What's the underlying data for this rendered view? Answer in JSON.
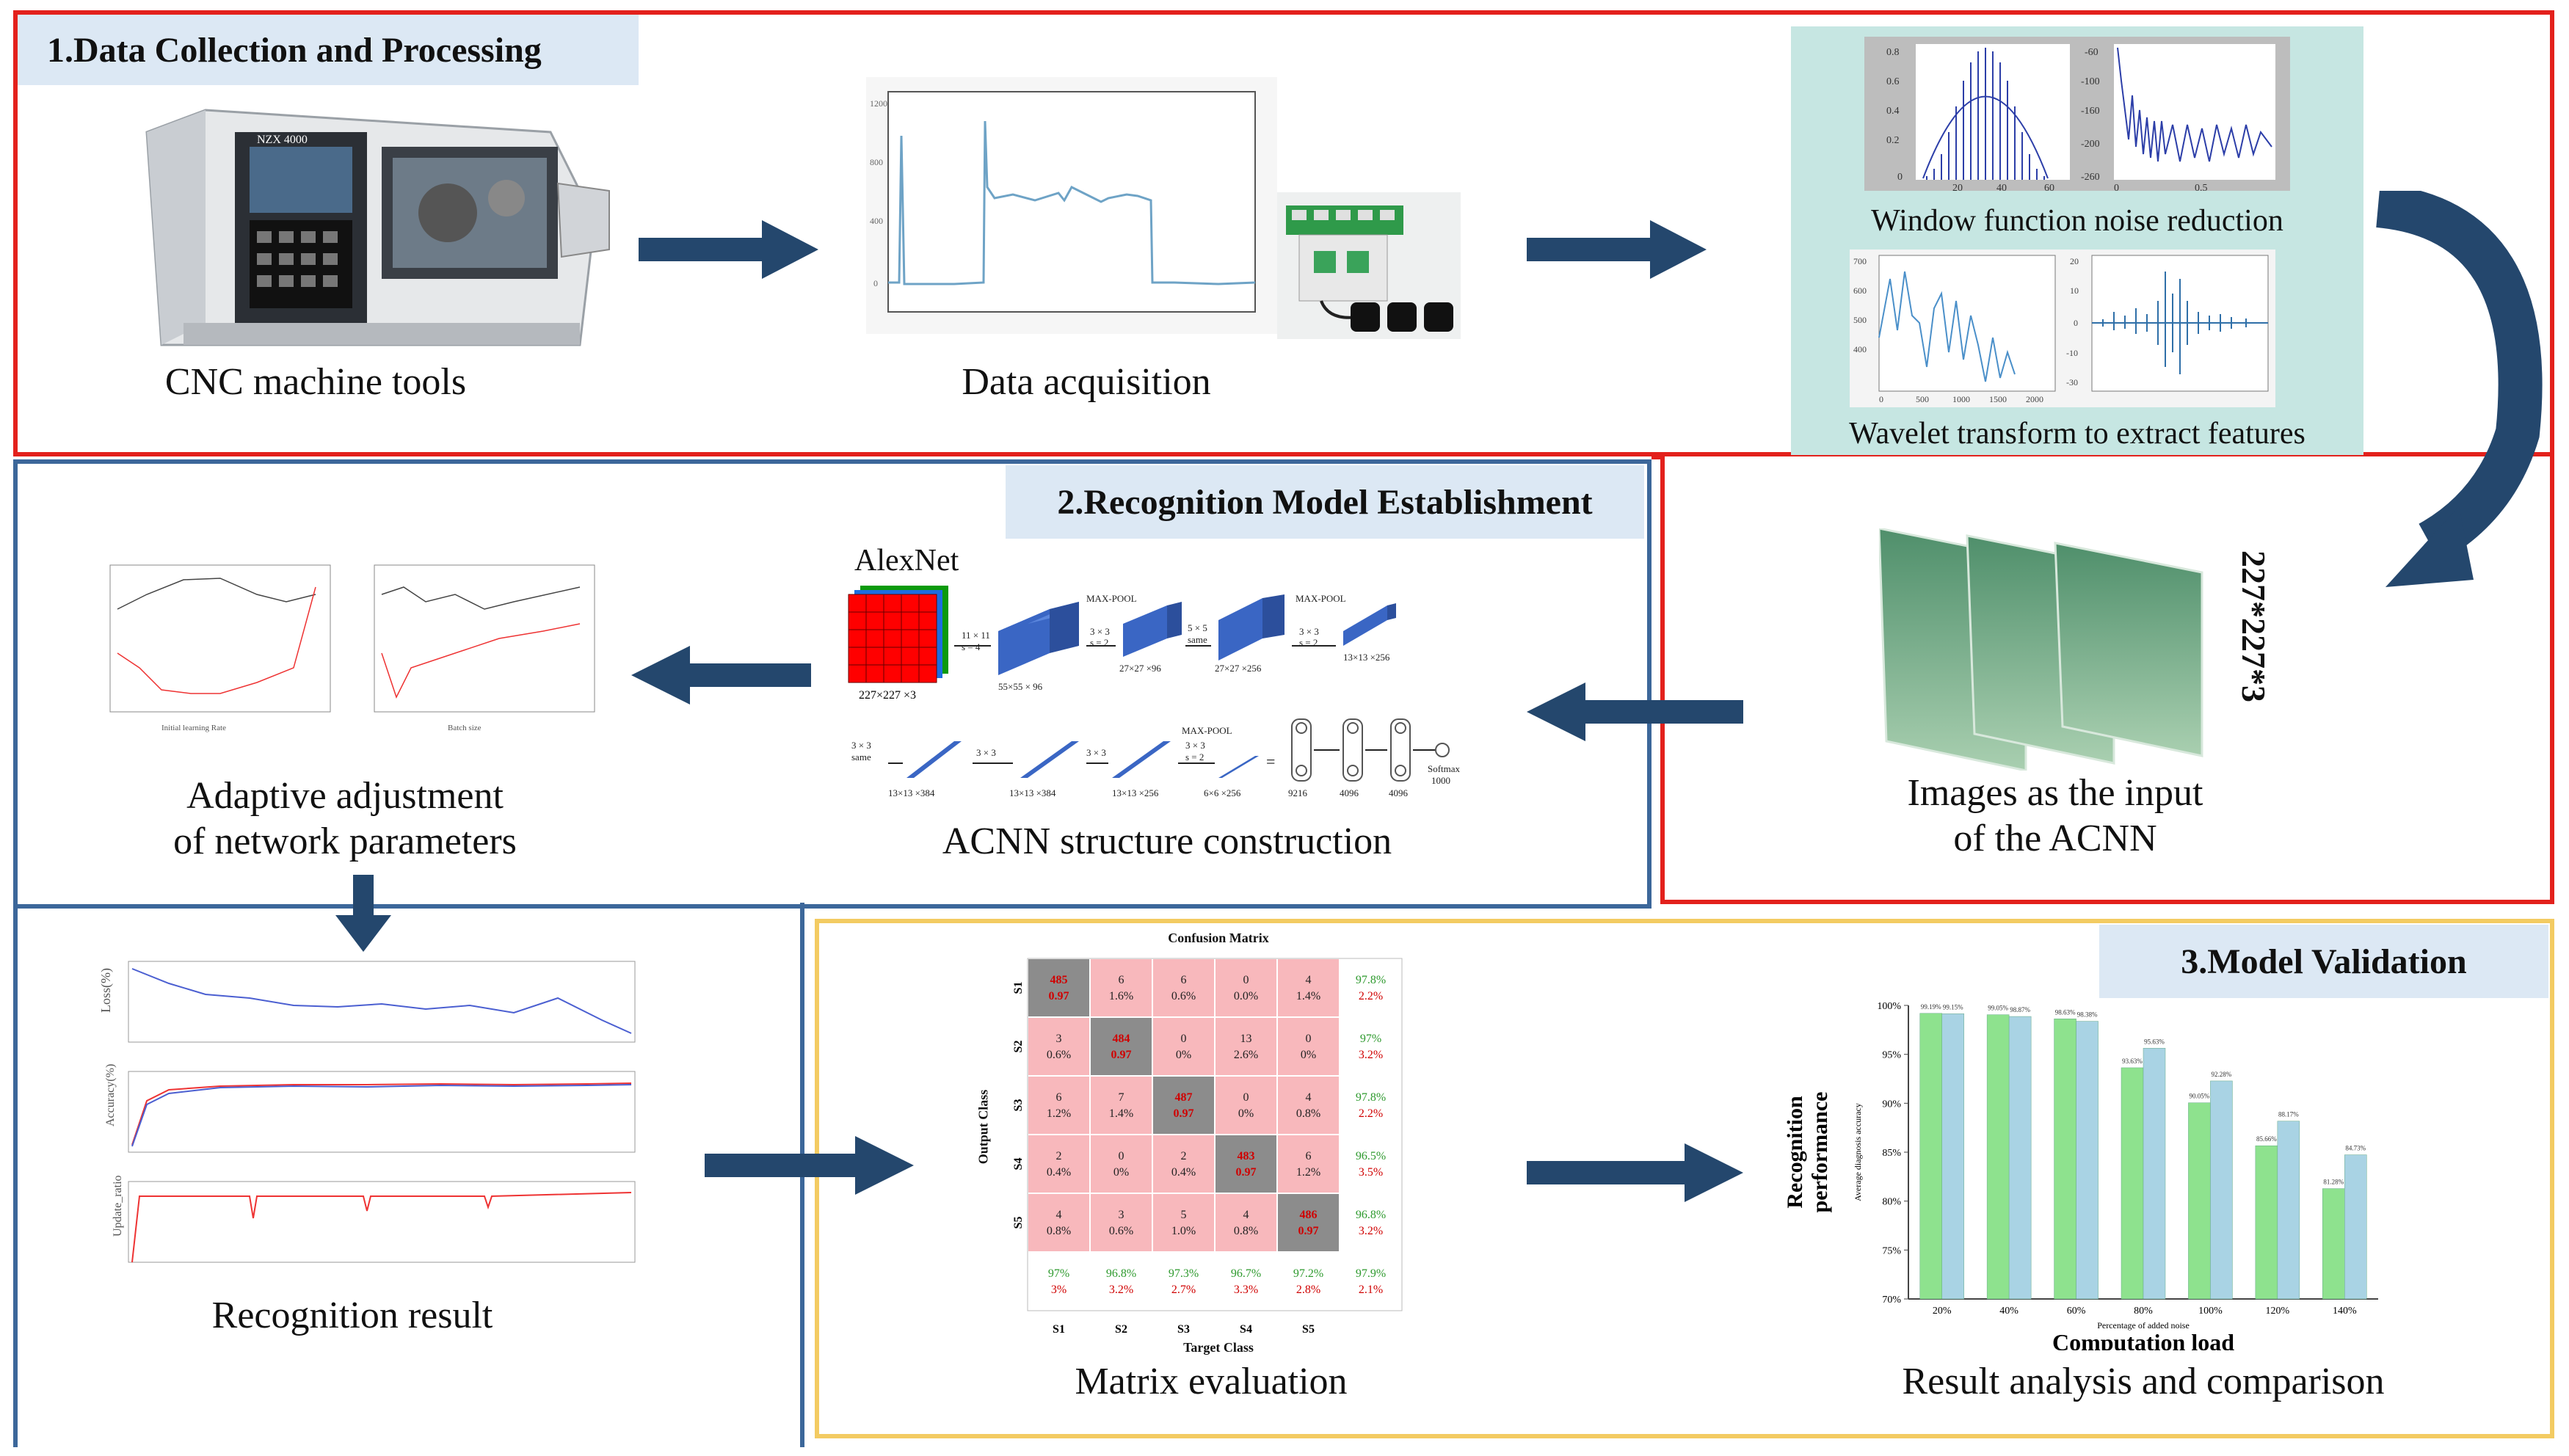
{
  "sections": {
    "s1": {
      "title": "1.Data Collection and Processing"
    },
    "s2": {
      "title": "2.Recognition Model Establishment"
    },
    "s3": {
      "title": "3.Model Validation"
    }
  },
  "captions": {
    "cnc": "CNC machine tools",
    "acq": "Data acquisition",
    "window": "Window function noise reduction",
    "wavelet": "Wavelet transform to extract features",
    "images_1": "Images as the input",
    "images_2": "of the ACNN",
    "dims": "227*227*3",
    "acnn": "ACNN structure construction",
    "adapt_1": "Adaptive adjustment",
    "adapt_2": "of network parameters",
    "result": "Recognition result",
    "matrix": "Matrix evaluation",
    "analysis": "Result analysis and comparison"
  },
  "machine": {
    "model_label": "NZX 4000"
  },
  "alexnet": {
    "title": "AlexNet",
    "input": "227×227 ×3",
    "row1": [
      "55×55 × 96",
      "27×27 ×96",
      "27×27 ×256",
      "13×13 ×256"
    ],
    "row1_ops": [
      "11 × 11\ns = 4",
      "MAX-POOL\n3 × 3\ns = 2",
      "5 × 5\nsame",
      "MAX-POOL\n3 × 3\ns = 2"
    ],
    "row2": [
      "13×13 ×384",
      "13×13 ×384",
      "13×13 ×256",
      "6×6 ×256"
    ],
    "row2_ops": [
      "3 × 3\nsame",
      "3 × 3",
      "3 × 3",
      "MAX-POOL\n3 × 3\ns = 2"
    ],
    "fc": [
      "9216",
      "4096",
      "4096"
    ],
    "softmax": "Softmax\n1000"
  },
  "confusion": {
    "title": "Confusion Matrix",
    "ylabel": "Output Class",
    "xlabel": "Target Class",
    "classes": [
      "S1",
      "S2",
      "S3",
      "S4",
      "S5"
    ],
    "cells": [
      [
        [
          "485",
          "0.97"
        ],
        [
          "6",
          "1.6%"
        ],
        [
          "6",
          "0.6%"
        ],
        [
          "0",
          "0.0%"
        ],
        [
          "4",
          "1.4%"
        ],
        [
          "97.8%",
          "2.2%"
        ]
      ],
      [
        [
          "3",
          "0.6%"
        ],
        [
          "484",
          "0.97"
        ],
        [
          "0",
          "0%"
        ],
        [
          "13",
          "2.6%"
        ],
        [
          "0",
          "0%"
        ],
        [
          "97%",
          "3.2%"
        ]
      ],
      [
        [
          "6",
          "1.2%"
        ],
        [
          "7",
          "1.4%"
        ],
        [
          "487",
          "0.97"
        ],
        [
          "0",
          "0%"
        ],
        [
          "4",
          "0.8%"
        ],
        [
          "97.8%",
          "2.2%"
        ]
      ],
      [
        [
          "2",
          "0.4%"
        ],
        [
          "0",
          "0%"
        ],
        [
          "2",
          "0.4%"
        ],
        [
          "483",
          "0.97"
        ],
        [
          "6",
          "1.2%"
        ],
        [
          "96.5%",
          "3.5%"
        ]
      ],
      [
        [
          "4",
          "0.8%"
        ],
        [
          "3",
          "0.6%"
        ],
        [
          "5",
          "1.0%"
        ],
        [
          "4",
          "0.8%"
        ],
        [
          "486",
          "0.97"
        ],
        [
          "96.8%",
          "3.2%"
        ]
      ],
      [
        [
          "97%",
          "3%"
        ],
        [
          "96.8%",
          "3.2%"
        ],
        [
          "97.3%",
          "2.7%"
        ],
        [
          "96.7%",
          "3.3%"
        ],
        [
          "97.2%",
          "2.8%"
        ],
        [
          "97.9%",
          "2.1%"
        ]
      ]
    ]
  },
  "chart_data": [
    {
      "type": "bar",
      "title": "",
      "xlabel": "Percentage of added noise",
      "ylabel": "Average diagnosis accuracy",
      "categories": [
        "20%",
        "40%",
        "60%",
        "80%",
        "100%",
        "120%",
        "140%"
      ],
      "series": [
        {
          "name": "",
          "values": [
            99.19,
            99.05,
            98.63,
            93.63,
            90.05,
            85.66,
            81.28
          ]
        },
        {
          "name": "",
          "values": [
            99.15,
            98.87,
            98.38,
            95.63,
            92.28,
            88.17,
            84.73
          ]
        }
      ],
      "value_labels": [
        [
          "99.19%",
          "99.05%",
          "98.63%",
          "93.63%",
          "90.05%",
          "85.66%",
          "81.28%"
        ],
        [
          "99.15%",
          "98.87%",
          "98.38%",
          "95.63%",
          "92.28%",
          "88.17%",
          "84.73%"
        ]
      ],
      "yticks": [
        "70%",
        "75%",
        "80%",
        "85%",
        "90%",
        "95%",
        "100%"
      ],
      "ylim": [
        70,
        100
      ],
      "colors": [
        "#8ee28e",
        "#a9d3e4"
      ],
      "outer_ylabel": "Recognition performance",
      "outer_xlabel": "Computation load"
    }
  ],
  "colors": {
    "red": "#e3211c",
    "blue": "#3c679a",
    "yellow": "#f3cb62",
    "arrow": "#24476d",
    "teal_bg": "#c6e6e2"
  }
}
